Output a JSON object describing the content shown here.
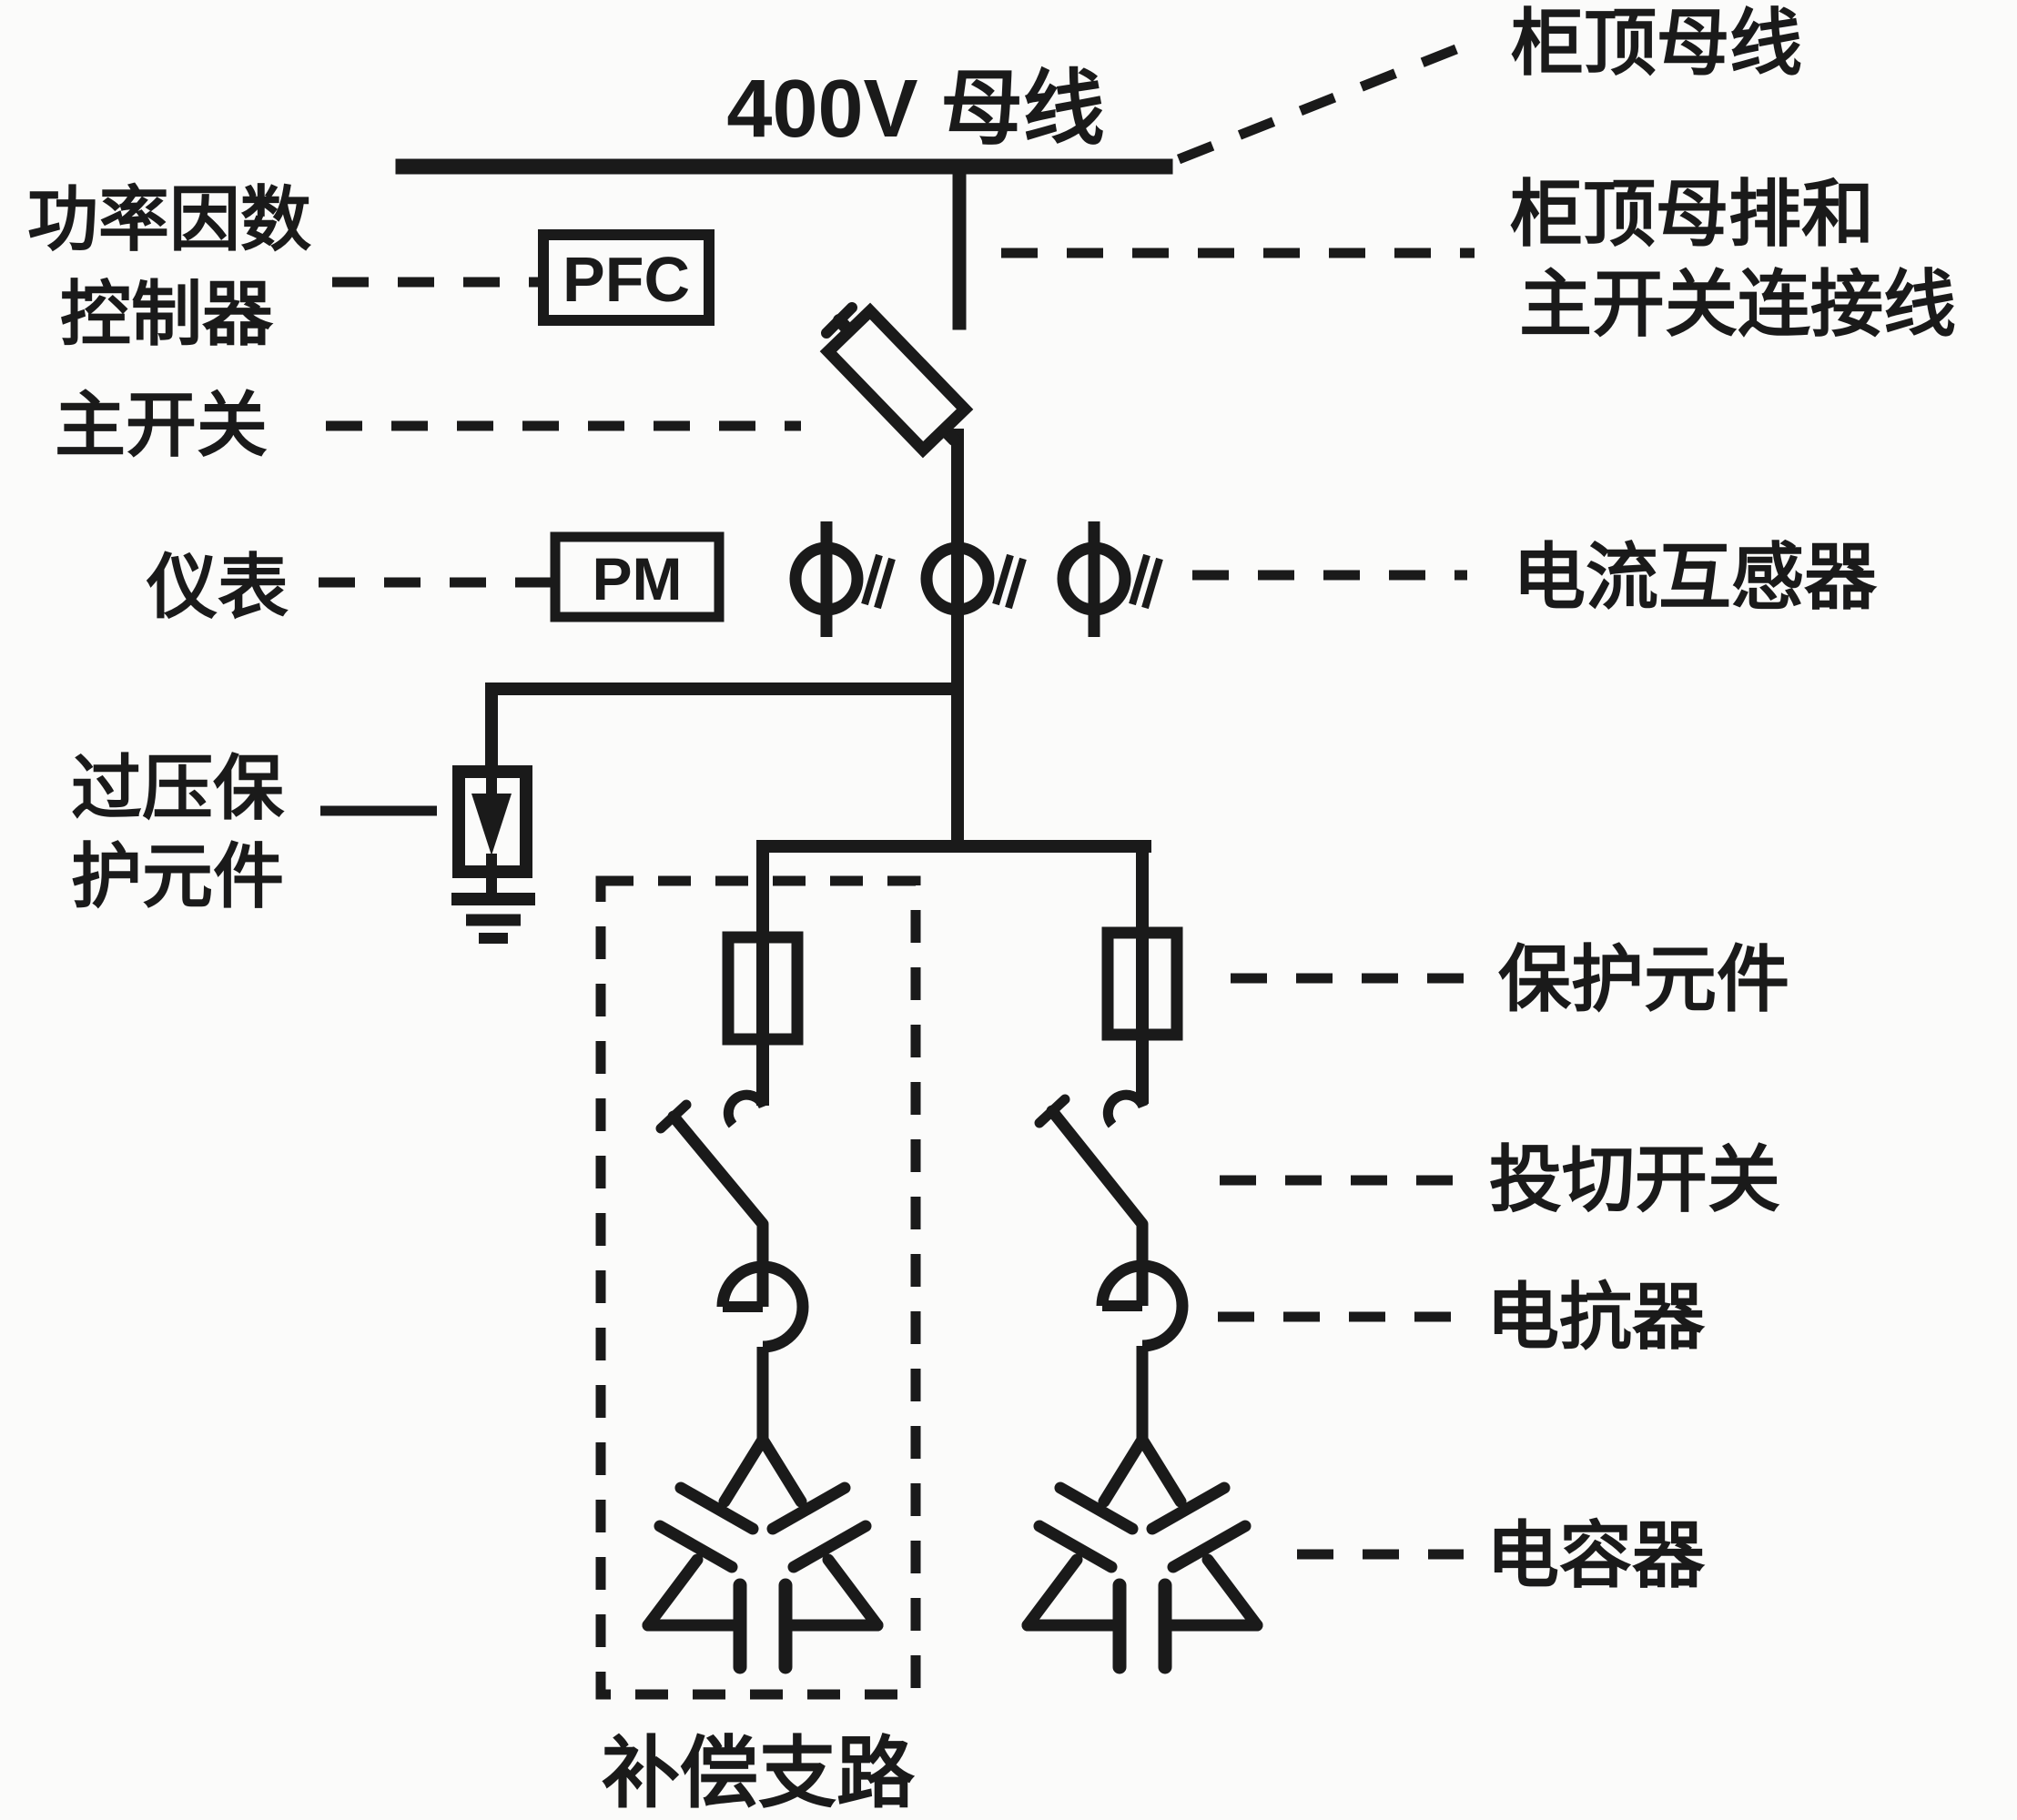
{
  "diagram_title": "400V 母线",
  "colors": {
    "ink": "#1a1a1a",
    "background": "#fbfbfa"
  },
  "boxes": {
    "pfc": "PFC",
    "pm": "PM"
  },
  "labels": {
    "power_factor_line1": "功率因数",
    "power_factor_line2": "控制器",
    "main_switch": "主开关",
    "meter": "仪表",
    "overvoltage_line1": "过压保",
    "overvoltage_line2": "护元件",
    "top_busbar": "柜顶母线",
    "top_connection_line1": "柜顶母排和",
    "top_connection_line2": "主开关连接线",
    "current_transformer": "电流互感器",
    "protection_element": "保护元件",
    "switching_switch": "投切开关",
    "reactor": "电抗器",
    "capacitor": "电容器",
    "compensation_branch": "补偿支路"
  },
  "components": [
    "busbar-400v",
    "pfc-controller-box",
    "main-switch-fuse",
    "power-meter-box",
    "current-transformers-x3",
    "overvoltage-arrester-with-ground",
    "branch-fuse-left",
    "branch-fuse-right",
    "switching-switch-left",
    "switching-switch-right",
    "reactor-left",
    "reactor-right",
    "capacitor-delta-left",
    "capacitor-delta-right",
    "compensation-branch-dashed-box"
  ]
}
